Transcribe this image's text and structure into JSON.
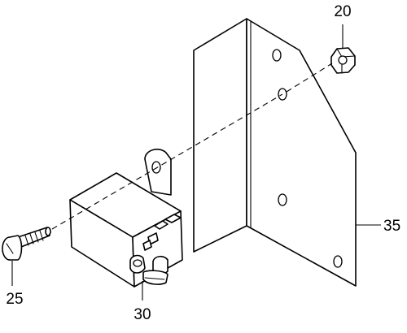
{
  "diagram": {
    "callouts": {
      "nut": "20",
      "screw": "25",
      "relay": "30",
      "bracket": "35"
    }
  },
  "colors": {
    "line": "#000000",
    "background": "#ffffff"
  }
}
